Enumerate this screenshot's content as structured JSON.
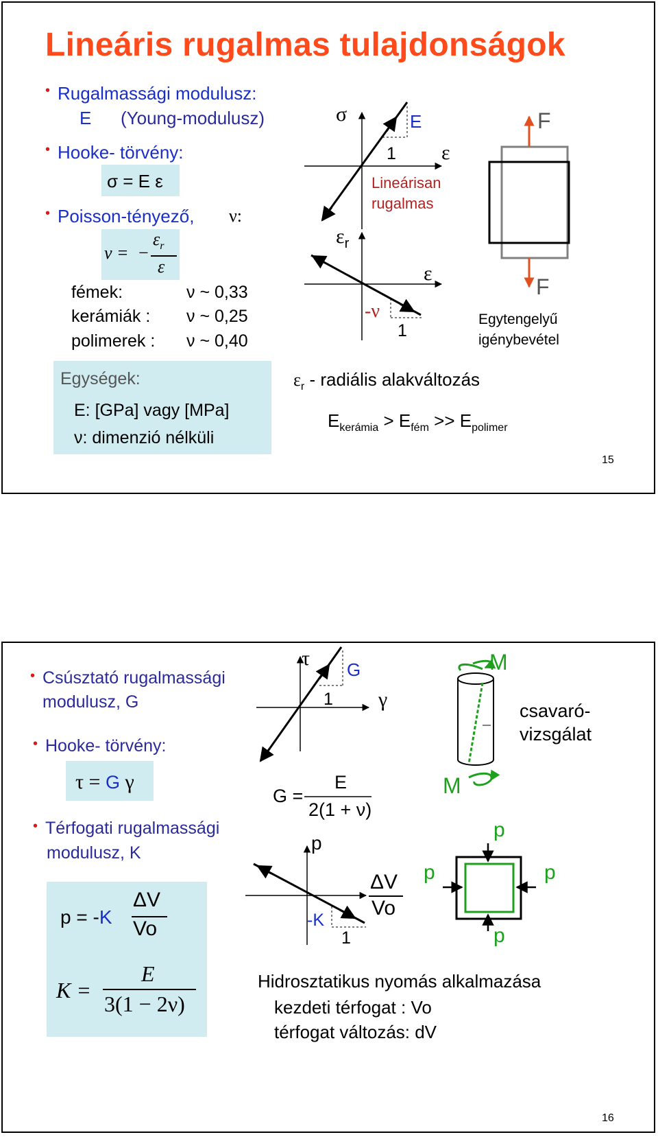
{
  "slide1": {
    "title": "Lineáris rugalmas tulajdonságok",
    "bullet1_line1": "Rugalmassági modulusz:",
    "bullet1_line2_E": "E",
    "bullet1_line2_young": "(Young-modulusz)",
    "bullet2": "Hooke- törvény:",
    "hooke_formula": "σ = E ε",
    "bullet3_text": "Poisson-tényező,",
    "bullet3_nu": "ν:",
    "poisson_lhs": "ν =",
    "poisson_minus": "−",
    "poisson_num": "ε",
    "poisson_num_sub": "r",
    "poisson_den": "ε",
    "materials": [
      {
        "name": "fémek:",
        "value": "ν ~ 0,33"
      },
      {
        "name": "kerámiák :",
        "value": "ν ~ 0,25"
      },
      {
        "name": "polimerek :",
        "value": "ν ~ 0,40"
      }
    ],
    "units_title": "Egységek:",
    "units_line1": "E:  [GPa] vagy [MPa]",
    "units_line2": "ν:  dimenzió nélküli",
    "diagram1": {
      "sigma": "σ",
      "E": "E",
      "one": "1",
      "epsilon": "ε",
      "linear_line1": "Lineárisan",
      "linear_line2": "rugalmas"
    },
    "diagram2": {
      "eps_r": "ε",
      "eps_r_sub": "r",
      "epsilon": "ε",
      "minus_nu": "-ν",
      "one": "1"
    },
    "uniaxial": {
      "F_top": "F",
      "F_bottom": "F",
      "caption_line1": "Egytengelyű",
      "caption_line2": "igénybevétel"
    },
    "radial": {
      "eps": "ε",
      "sub": "r",
      "text": " - radiális alakváltozás"
    },
    "compare": {
      "E1": "E",
      "sub1": "kerámia",
      "op1": " > E",
      "sub2": "fém",
      "op2": " >> E",
      "sub3": "polimer"
    },
    "page": "15"
  },
  "slide2": {
    "bullet1_line1": "Csúsztató rugalmassági",
    "bullet1_line2": "modulusz,  G",
    "bullet2": "Hooke- törvény:",
    "hooke_tau": "τ = ",
    "hooke_G": "G",
    "hooke_gamma": " γ",
    "bullet3_line1": "Térfogati rugalmassági",
    "bullet3_line2": "modulusz,  K",
    "p_formula_lhs": "p = -",
    "p_formula_K": "K",
    "p_formula_num": "ΔV",
    "p_formula_den": "Vo",
    "K_lhs": "K =",
    "K_num": "E",
    "K_den": "3(1 − 2ν)",
    "diagram1": {
      "tau": "τ",
      "G": "G",
      "one": "1",
      "gamma": "γ"
    },
    "G_formula": {
      "lhs": "G =",
      "num": "E",
      "den": "2(1 + ν)"
    },
    "diagram2": {
      "p": "p",
      "minus_K": "-K",
      "one": "1",
      "dV": "ΔV",
      "Vo": "Vo"
    },
    "torsion": {
      "M_top": "M",
      "M_bottom": "M",
      "label_line1": "csavaró-",
      "label_line2": "vizsgálat"
    },
    "hydro": {
      "p_top": "p",
      "p_left": "p",
      "p_right": "p",
      "p_bottom": "p"
    },
    "caption_line1": "Hidrosztatikus nyomás alkalmazása",
    "caption_line2": "kezdeti térfogat :  Vo",
    "caption_line3": "térfogat változás: dV",
    "page": "16"
  },
  "colors": {
    "title": "#ff4a1c",
    "text_blue": "#1a2ec8",
    "box_fill": "#d0ecf0",
    "arrow_red": "#e05020",
    "green": "#1ea01e"
  }
}
